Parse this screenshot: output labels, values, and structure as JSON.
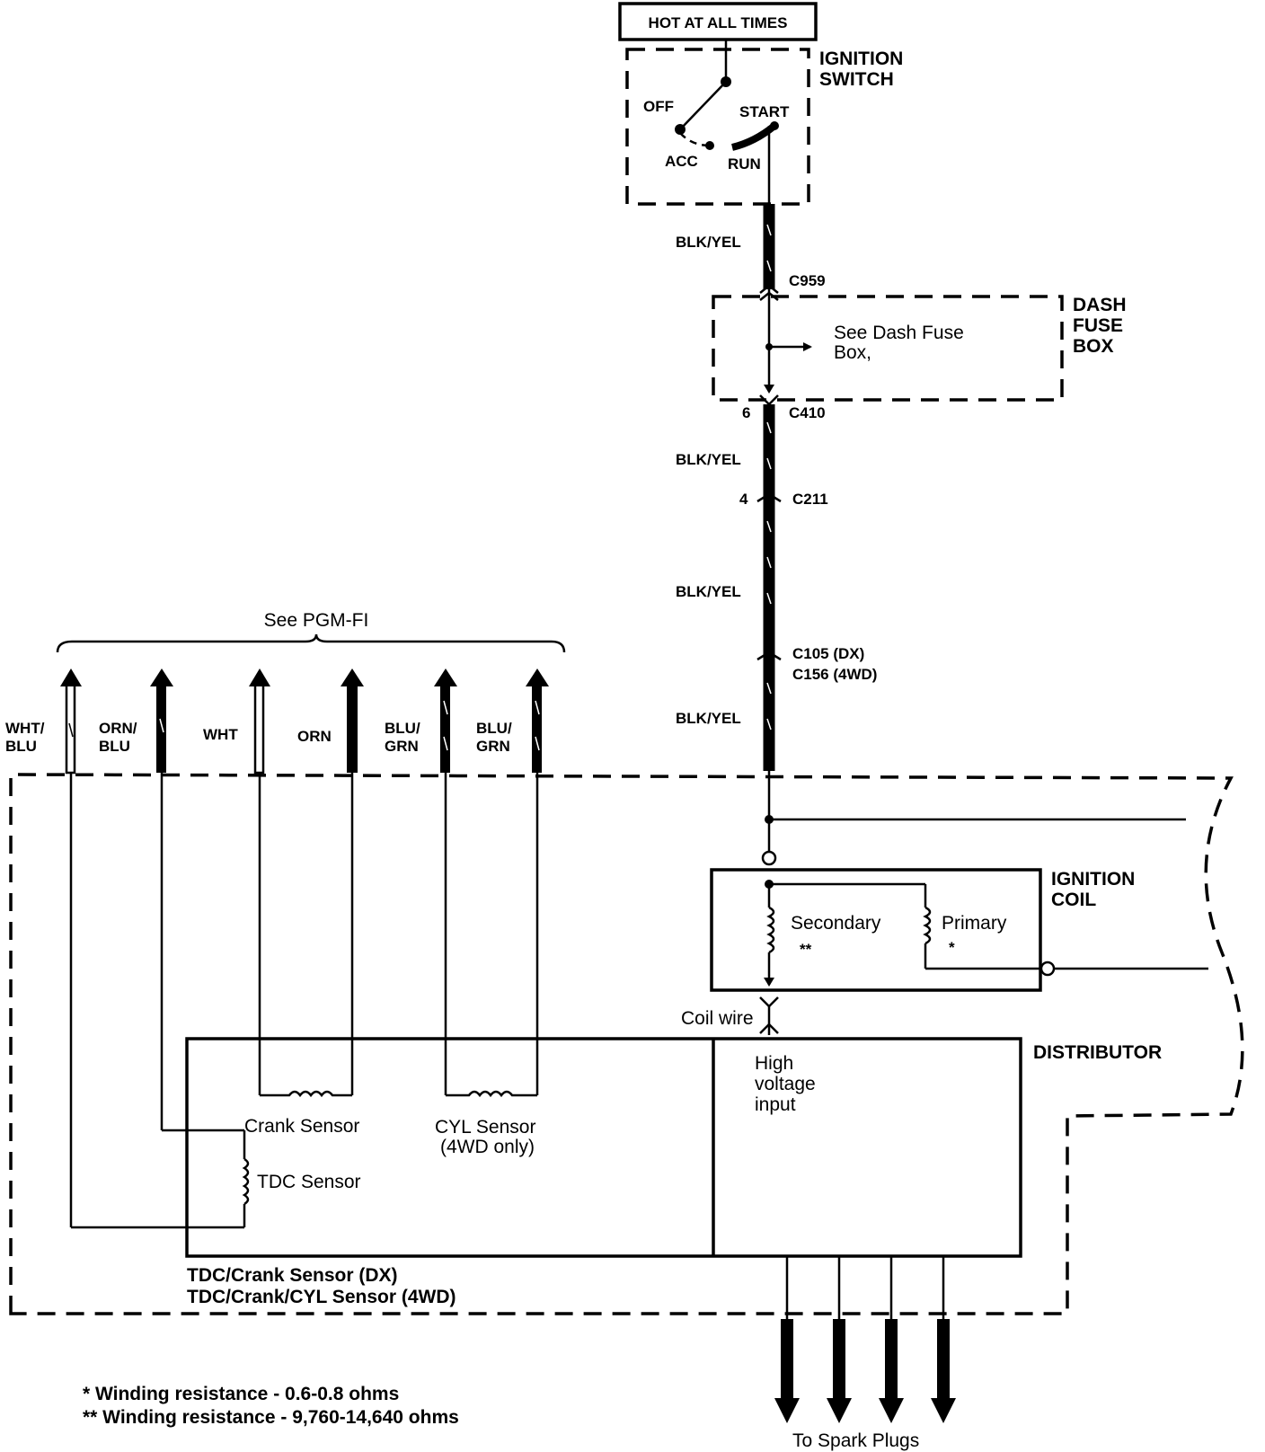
{
  "ignition": {
    "hot_label": "HOT AT ALL TIMES",
    "switch_title_1": "IGNITION",
    "switch_title_2": "SWITCH",
    "pos_off": "OFF",
    "pos_start": "START",
    "pos_acc": "ACC",
    "pos_run": "RUN"
  },
  "wires": {
    "main_color": "BLK/YEL",
    "connectors": [
      {
        "id": "C959",
        "pin": ""
      },
      {
        "id": "C410",
        "pin": "6"
      },
      {
        "id": "C211",
        "pin": "4"
      },
      {
        "id": "C105 (DX)",
        "pin": ""
      },
      {
        "id": "C156 (4WD)",
        "pin": ""
      }
    ]
  },
  "dash_fuse_box": {
    "title_1": "DASH",
    "title_2": "FUSE",
    "title_3": "BOX",
    "note_1": "See Dash Fuse",
    "note_2": "Box,"
  },
  "pgmfi": {
    "label": "See PGM-FI",
    "wires": [
      {
        "color_1": "WHT/",
        "color_2": "BLU"
      },
      {
        "color_1": "ORN/",
        "color_2": "BLU"
      },
      {
        "color_1": "WHT",
        "color_2": ""
      },
      {
        "color_1": "ORN",
        "color_2": ""
      },
      {
        "color_1": "BLU/",
        "color_2": "GRN"
      },
      {
        "color_1": "BLU/",
        "color_2": "GRN"
      }
    ]
  },
  "ignition_coil": {
    "title_1": "IGNITION",
    "title_2": "COIL",
    "secondary": "Secondary",
    "secondary_mark": "**",
    "primary": "Primary",
    "primary_mark": "*",
    "coil_wire": "Coil wire"
  },
  "distributor": {
    "title": "DISTRIBUTOR",
    "hv_1": "High",
    "hv_2": "voltage",
    "hv_3": "input",
    "crank_sensor": "Crank Sensor",
    "cyl_sensor_1": "CYL Sensor",
    "cyl_sensor_2": "(4WD only)",
    "tdc_sensor": "TDC Sensor",
    "assembly_1": "TDC/Crank Sensor (DX)",
    "assembly_2": "TDC/Crank/CYL Sensor (4WD)",
    "spark_plugs": "To Spark Plugs"
  },
  "notes": {
    "note_1": "* Winding resistance - 0.6-0.8 ohms",
    "note_2": "** Winding resistance - 9,760-14,640 ohms"
  }
}
